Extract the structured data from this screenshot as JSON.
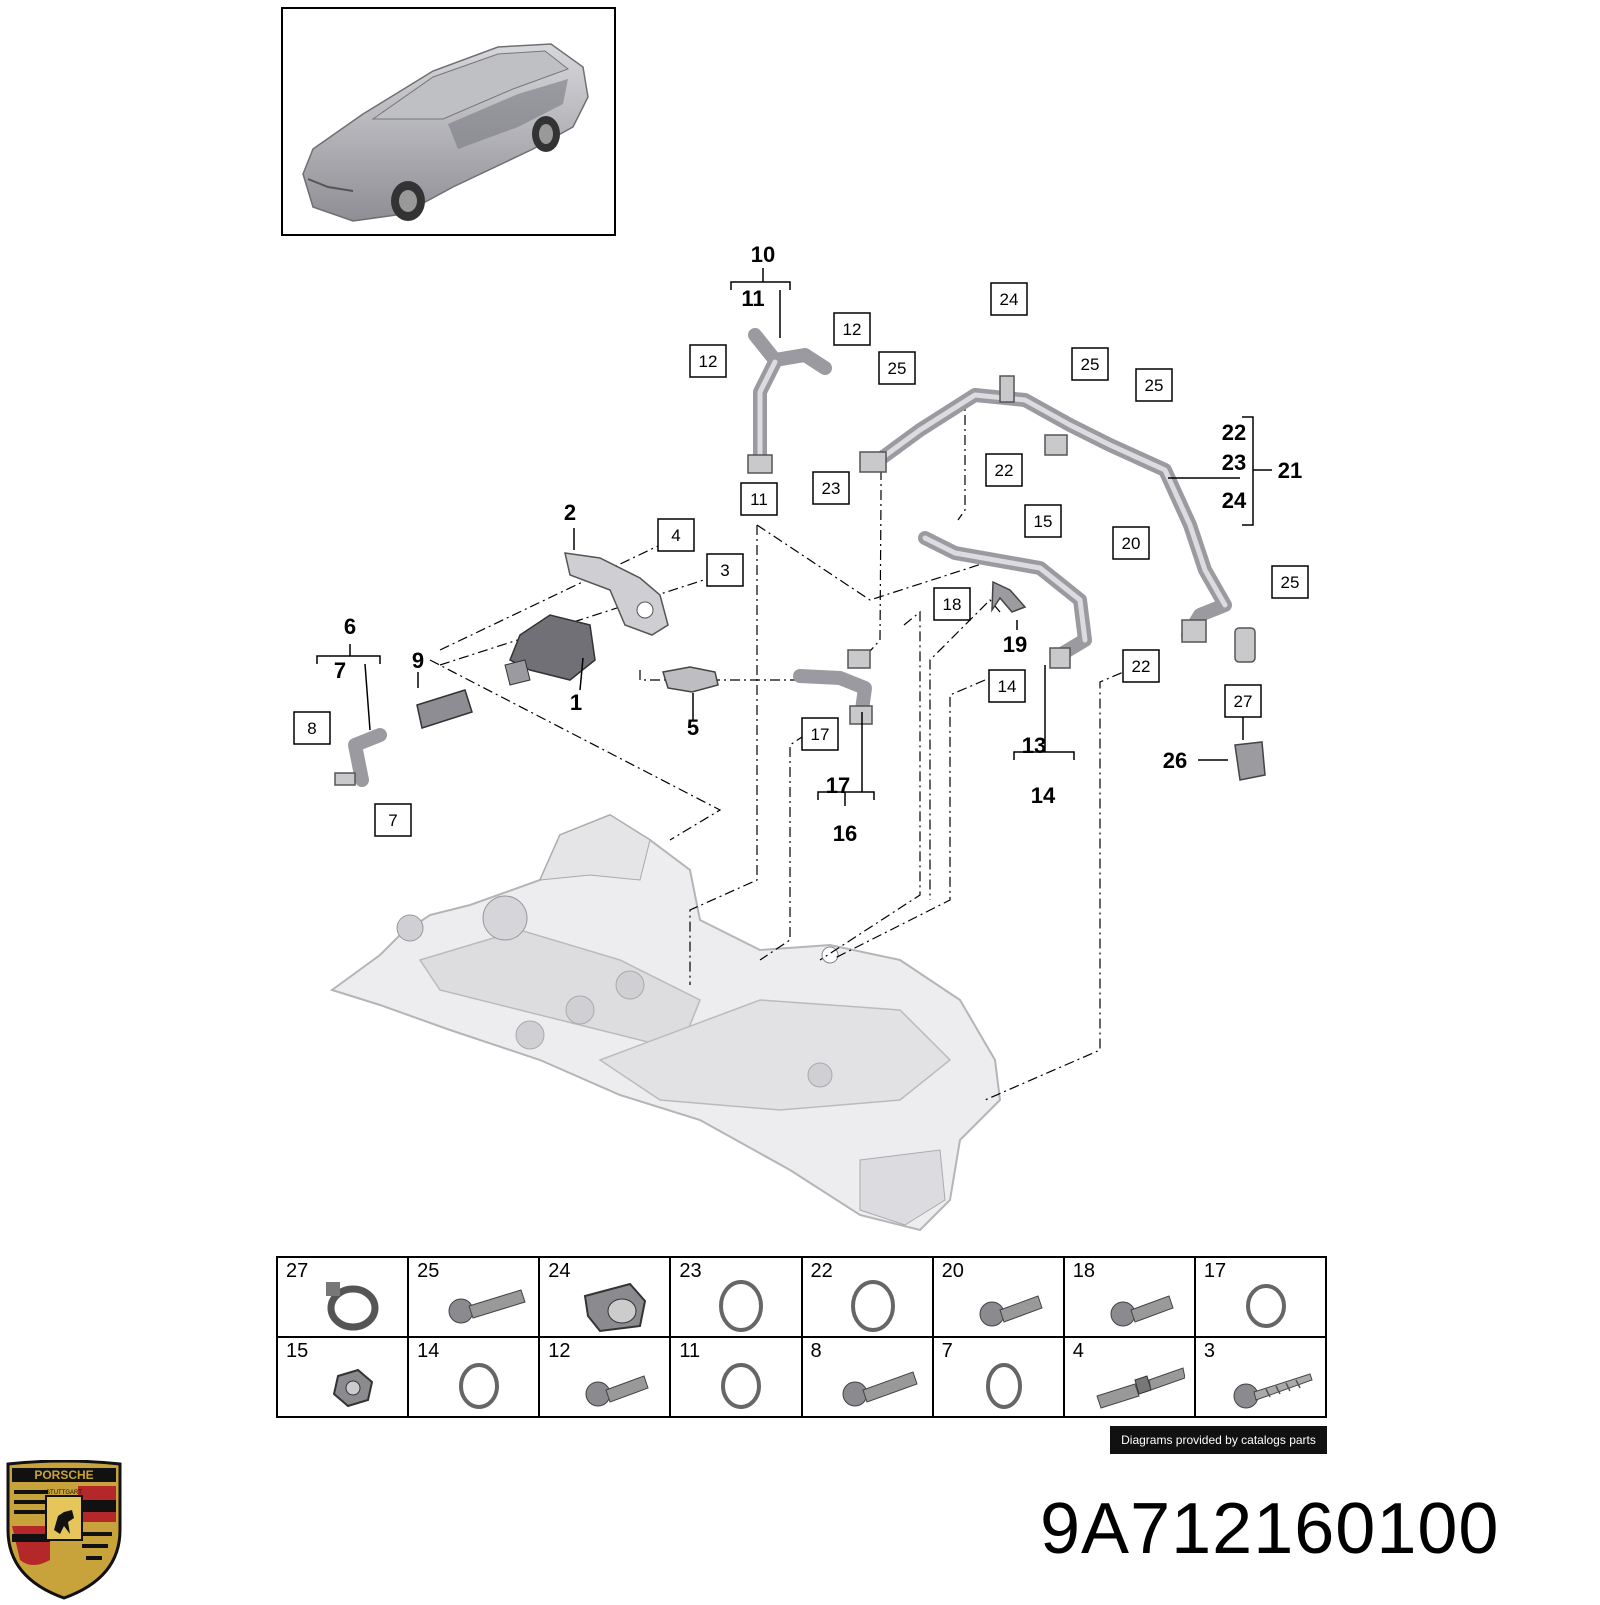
{
  "part_number": "9A712160100",
  "credit": "Diagrams provided by catalogs parts",
  "crest": {
    "text": "PORSCHE",
    "city": "STUTTGART",
    "colors": {
      "gold": "#c8a23a",
      "red": "#b5282a",
      "black": "#111111"
    }
  },
  "callouts": [
    "10",
    "11",
    "2",
    "6",
    "7",
    "9",
    "1",
    "5",
    "19",
    "13",
    "14",
    "17",
    "16",
    "22",
    "23",
    "24",
    "21",
    "26"
  ],
  "boxed_labels": [
    "24",
    "25",
    "12",
    "12",
    "25",
    "25",
    "22",
    "23",
    "11",
    "4",
    "3",
    "15",
    "20",
    "18",
    "8",
    "7",
    "17",
    "14",
    "22",
    "25",
    "27"
  ],
  "legend": {
    "row1": [
      {
        "num": "27",
        "icon": "hose-clamp-icon"
      },
      {
        "num": "25",
        "icon": "bolt-icon"
      },
      {
        "num": "24",
        "icon": "clip-icon"
      },
      {
        "num": "23",
        "icon": "o-ring-icon"
      },
      {
        "num": "22",
        "icon": "o-ring-icon"
      },
      {
        "num": "20",
        "icon": "bolt-icon"
      },
      {
        "num": "18",
        "icon": "bolt-icon"
      },
      {
        "num": "17",
        "icon": "o-ring-icon"
      }
    ],
    "row2": [
      {
        "num": "15",
        "icon": "nut-icon"
      },
      {
        "num": "14",
        "icon": "o-ring-icon"
      },
      {
        "num": "12",
        "icon": "bolt-icon"
      },
      {
        "num": "11",
        "icon": "o-ring-icon"
      },
      {
        "num": "8",
        "icon": "bolt-icon"
      },
      {
        "num": "7",
        "icon": "o-ring-icon"
      },
      {
        "num": "4",
        "icon": "stud-icon"
      },
      {
        "num": "3",
        "icon": "screw-icon"
      }
    ]
  }
}
